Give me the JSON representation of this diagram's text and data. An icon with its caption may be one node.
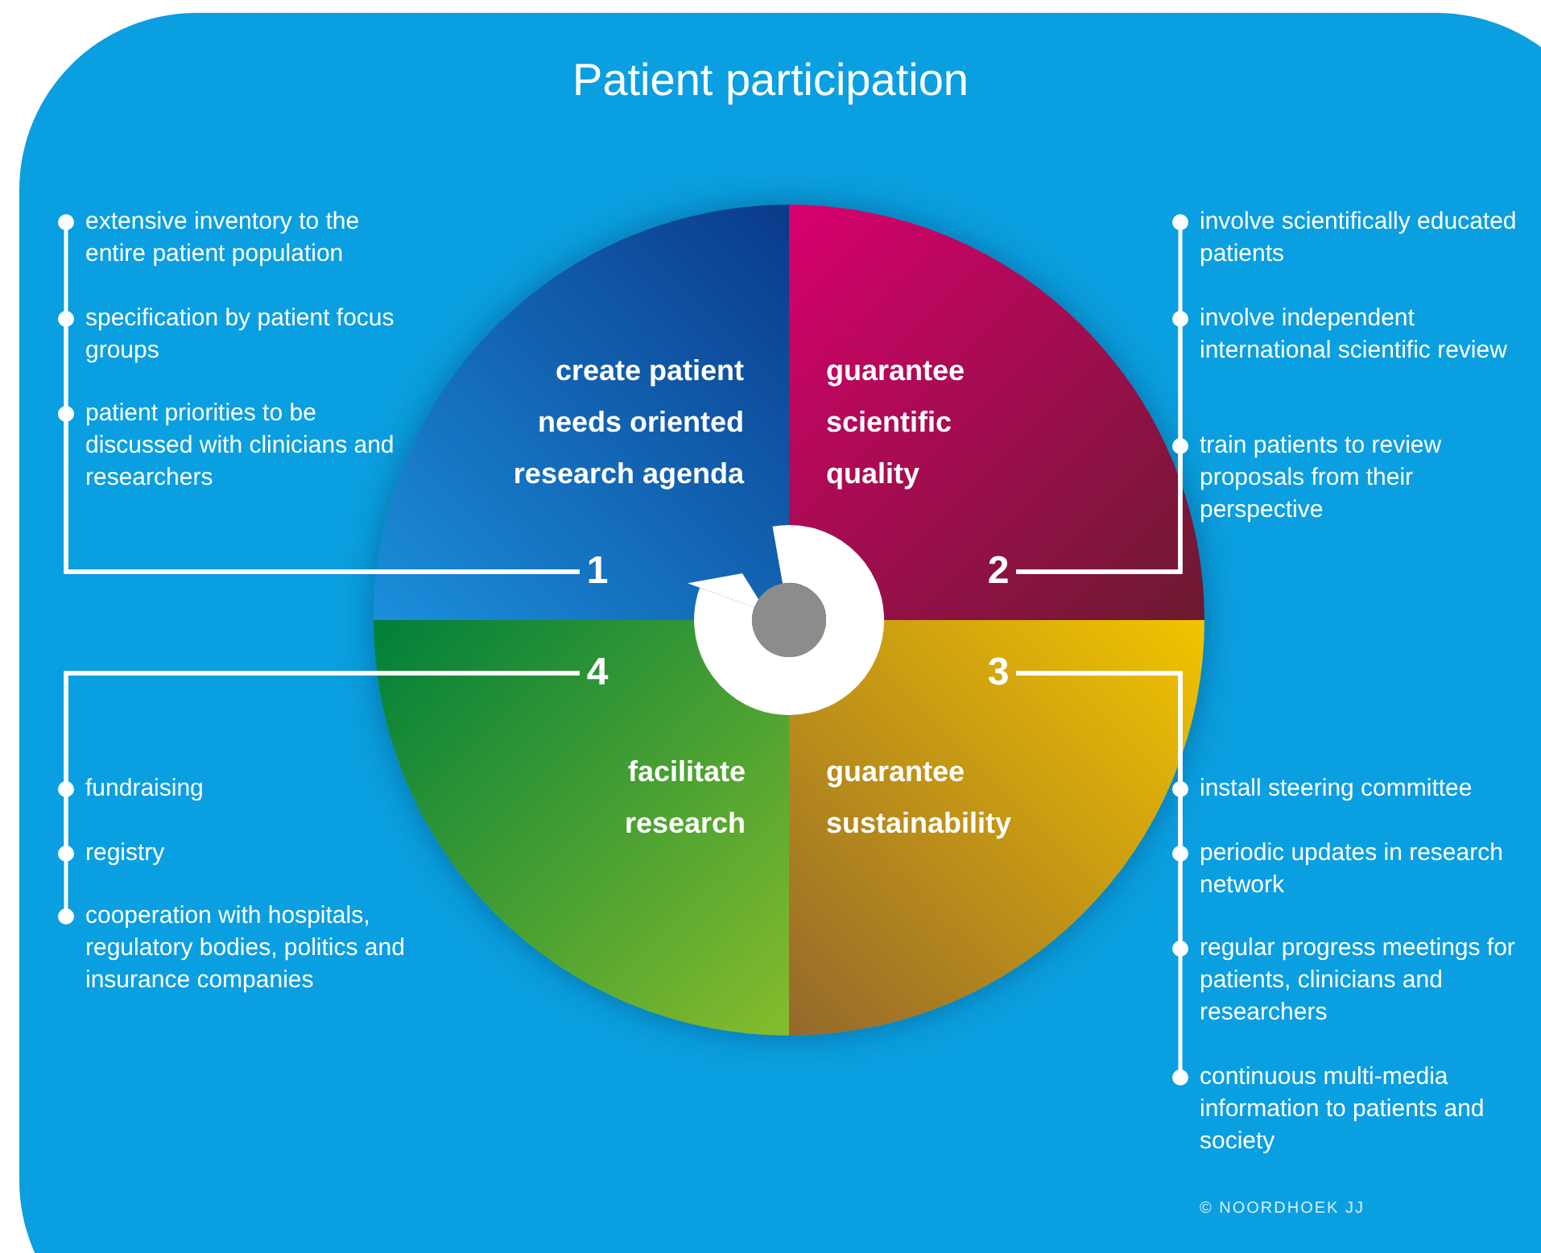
{
  "diagram": {
    "title": "Patient participation",
    "nodes": [
      {
        "text": [
          "create patient needs oriented research agenda"
        ]
      },
      {
        "text": [
          "1"
        ],
        "in": 0
      },
      {
        "text": [
          "guarantee scientific quality"
        ]
      },
      {
        "text": [
          "2"
        ],
        "in": 2
      },
      {
        "text": [
          "guarantee sustainability"
        ]
      },
      {
        "text": [
          "3"
        ],
        "in": 4
      },
      {
        "text": [
          "facilitate research"
        ]
      },
      {
        "text": [
          "4"
        ],
        "in": 6
      },
      {
        "text": [
          "extensive inventory to the entire patient population"
        ]
      },
      {
        "text": [
          "specification by patient focus groups"
        ]
      },
      {
        "text": [
          "patient priorities to be discussed with clinicians and researchers"
        ]
      },
      {
        "text": [
          "involve scientifically educated patients"
        ]
      },
      {
        "text": [
          "involve independent international scientific review"
        ]
      },
      {
        "text": [
          "train patients to review proposals from their perspective"
        ]
      },
      {
        "text": [
          "fundraising"
        ]
      },
      {
        "text": [
          "registry"
        ]
      },
      {
        "text": [
          "cooperation with hospitals, regulatory bodies, politics and insurance companies"
        ]
      },
      {
        "text": [
          "install steering committee"
        ]
      },
      {
        "text": [
          "periodic updates in research network"
        ]
      },
      {
        "text": [
          "regular progress meetings for patients, clinicians and researchers"
        ]
      },
      {
        "text": [
          "continuous multi-media information to patients and society"
        ]
      }
    ],
    "edges": [
      {
        "from": 1,
        "to": 8,
        "arrow": "other"
      },
      {
        "from": 1,
        "to": 9,
        "arrow": "other"
      },
      {
        "from": 1,
        "to": 10,
        "arrow": "other"
      },
      {
        "from": 3,
        "to": 11,
        "arrow": "other"
      },
      {
        "from": 3,
        "to": 12,
        "arrow": "other"
      },
      {
        "from": 3,
        "to": 13,
        "arrow": "other"
      },
      {
        "from": 7,
        "to": 14,
        "arrow": "other"
      },
      {
        "from": 7,
        "to": 15,
        "arrow": "other"
      },
      {
        "from": 7,
        "to": 16,
        "arrow": "other"
      },
      {
        "from": 5,
        "to": 17,
        "arrow": "other"
      },
      {
        "from": 5,
        "to": 18,
        "arrow": "other"
      },
      {
        "from": 5,
        "to": 19,
        "arrow": "other"
      },
      {
        "from": 5,
        "to": 20,
        "arrow": "other"
      }
    ],
    "labels": [
      "© NOORDHOEK JJ"
    ]
  }
}
